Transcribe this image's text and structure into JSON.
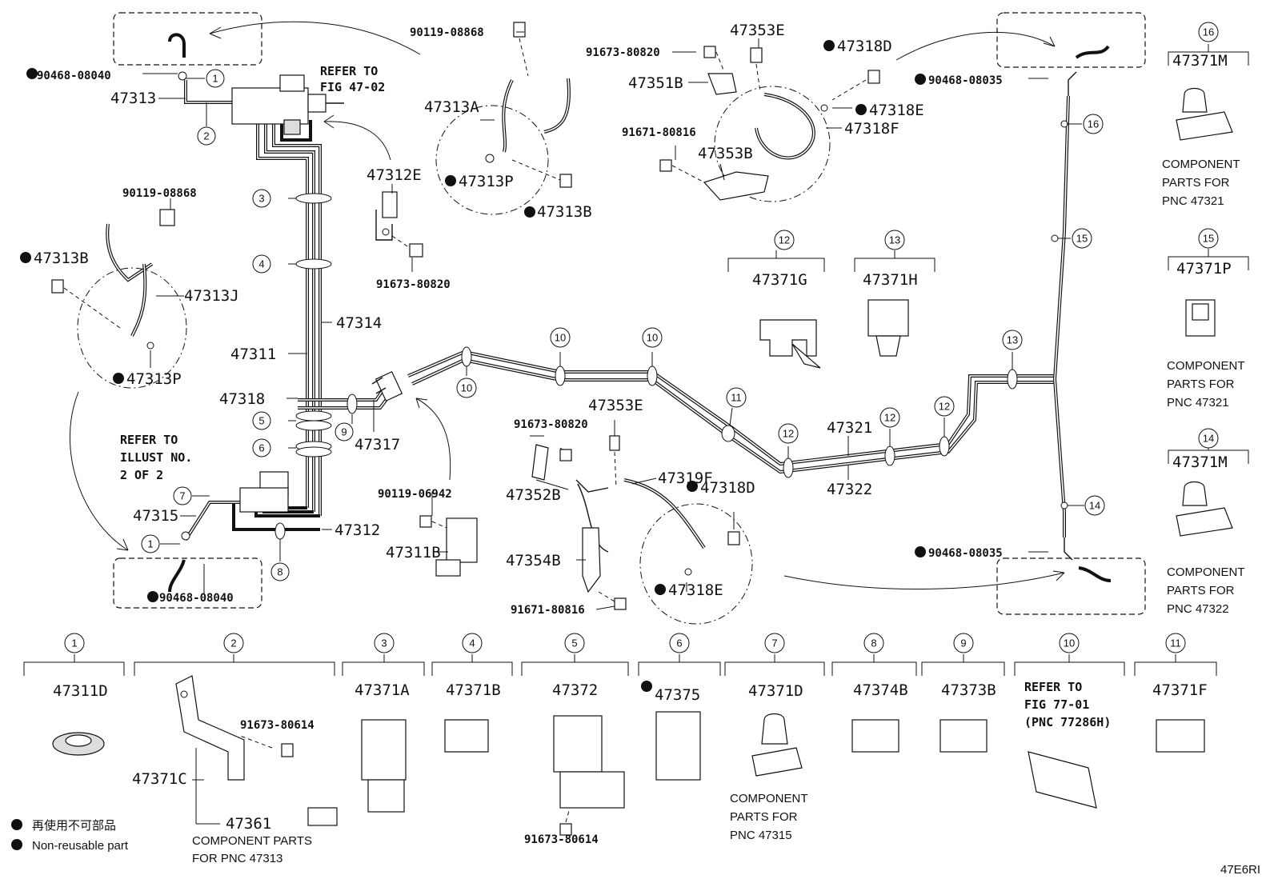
{
  "parts": {
    "p47313": "47313",
    "p90468_08040_top": "90468-08040",
    "p90468_08040_bot": "90468-08040",
    "p90119_08868_top": "90119-08868",
    "p47313A": "47313A",
    "p47313P_top": "47313P",
    "p47313B_top": "47313B",
    "p47312E": "47312E",
    "p91673_80820_a": "91673-80820",
    "p90119_08868_left": "90119-08868",
    "p47313B_left": "47313B",
    "p47313J": "47313J",
    "p47313P_left": "47313P",
    "p47314": "47314",
    "p47311": "47311",
    "p47318": "47318",
    "p47317": "47317",
    "p47315": "47315",
    "p47312": "47312",
    "p90119_06942": "90119-06942",
    "p47311B": "47311B",
    "p91673_80820_b": "91673-80820",
    "p47352B": "47352B",
    "p47353E_mid": "47353E",
    "p47319F": "47319F",
    "p47318D_mid": "47318D",
    "p47354B": "47354B",
    "p91671_80816_mid": "91671-80816",
    "p47318E_mid": "47318E",
    "p91673_80820_c": "91673-80820",
    "p47353E_top": "47353E",
    "p47318D_top": "47318D",
    "p47351B": "47351B",
    "p47318E_top": "47318E",
    "p47318F": "47318F",
    "p91671_80816_top": "91671-80816",
    "p47353B": "47353B",
    "p90468_08035_top": "90468-08035",
    "p90468_08035_bot": "90468-08035",
    "p47321": "47321",
    "p47322": "47322",
    "p47371G": "47371G",
    "p47371H": "47371H",
    "p47371M_a": "47371M",
    "p47371P": "47371P",
    "p47371M_b": "47371M",
    "p47311D": "47311D",
    "p47371C": "47371C",
    "p91673_80614_a": "91673-80614",
    "p47361": "47361",
    "p47371A": "47371A",
    "p47371B": "47371B",
    "p47372": "47372",
    "p91673_80614_b": "91673-80614",
    "p47375": "47375",
    "p47371D": "47371D",
    "p47374B": "47374B",
    "p47373B": "47373B",
    "p47371F": "47371F"
  },
  "refs": {
    "refer_fig_1": "REFER TO",
    "refer_fig_2": "FIG 47-02",
    "refer_illust_1": "REFER TO",
    "refer_illust_2": "ILLUST NO.",
    "refer_illust_3": "2 OF 2",
    "refer_77_1": "REFER TO",
    "refer_77_2": "FIG 77-01",
    "refer_77_3": "(PNC 77286H)"
  },
  "notes": {
    "comp_47321_a_1": "COMPONENT",
    "comp_47321_a_2": "PARTS FOR",
    "comp_47321_a_3": "PNC 47321",
    "comp_47321_b_1": "COMPONENT",
    "comp_47321_b_2": "PARTS FOR",
    "comp_47321_b_3": "PNC 47321",
    "comp_47322_1": "COMPONENT",
    "comp_47322_2": "PARTS FOR",
    "comp_47322_3": "PNC 47322",
    "comp_47315_1": "COMPONENT",
    "comp_47315_2": "PARTS FOR",
    "comp_47315_3": "PNC 47315",
    "comp_47313_1": "COMPONENT PARTS",
    "comp_47313_2": "FOR PNC 47313"
  },
  "legend": {
    "japanese": "再使用不可部品",
    "english": "Non-reusable part"
  },
  "callouts": [
    "1",
    "2",
    "3",
    "4",
    "5",
    "6",
    "7",
    "8",
    "9",
    "10",
    "11",
    "12",
    "13",
    "14",
    "15",
    "16"
  ],
  "figure_code": "47E6RI"
}
